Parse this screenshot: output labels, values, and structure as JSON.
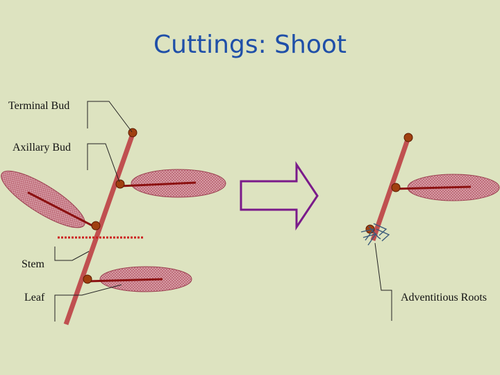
{
  "slide": {
    "title": "Cuttings: Shoot"
  },
  "labels": {
    "terminal_bud": "Terminal Bud",
    "axillary_bud": "Axillary Bud",
    "stem": "Stem",
    "leaf": "Leaf",
    "adventitious_roots": "Adventitious Roots"
  },
  "colors": {
    "background": "#dde3c0",
    "title": "#1f4fa8",
    "stem": "#c05050",
    "bud": "#a04010",
    "leaf_fill": "#d9a0a8",
    "midrib": "#8b1010",
    "arrow": "#7a1a8a",
    "cut_line": "#cc2020",
    "roots": "#3a5a7a"
  }
}
